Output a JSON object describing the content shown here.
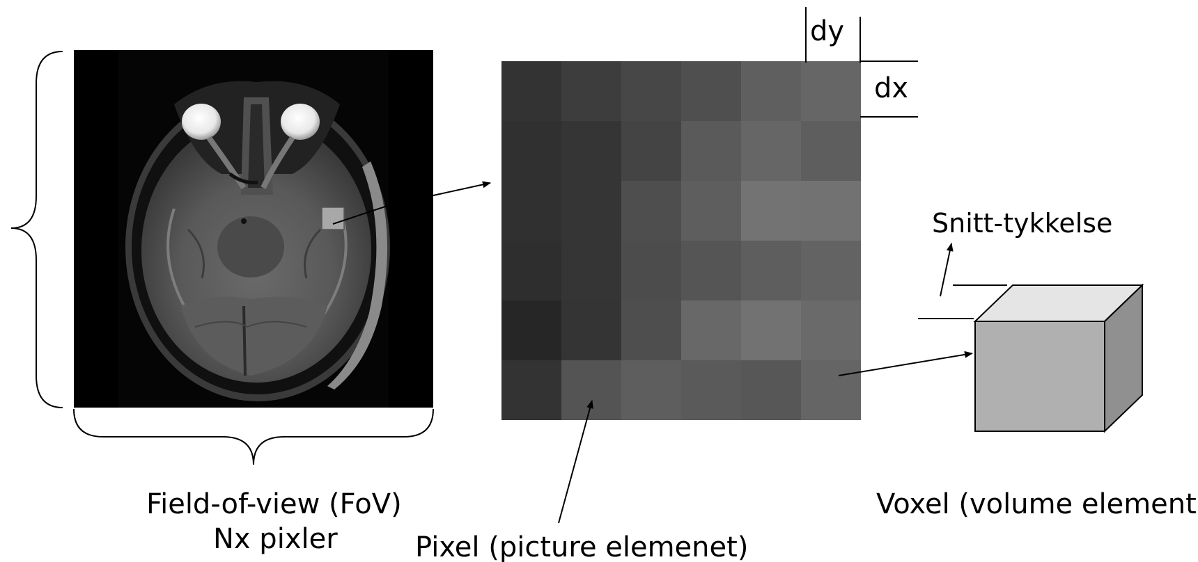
{
  "labels": {
    "fov_line1": "Field-of-view (FoV)",
    "fov_line2": "Nx pixler",
    "pixel": "Pixel (picture elemenet)",
    "voxel": "Voxel (volume element)",
    "slice_thickness": "Snitt-tykkelse",
    "dy": "dy",
    "dx": "dx"
  },
  "pixel_grid": {
    "rows": 6,
    "cols": 6,
    "gray_levels": [
      [
        "#333333",
        "#3d3d3d",
        "#474747",
        "#4f4f4f",
        "#5f5f5f",
        "#666666"
      ],
      [
        "#303030",
        "#353535",
        "#444444",
        "#5a5a5a",
        "#666666",
        "#5e5e5e"
      ],
      [
        "#303030",
        "#353535",
        "#4e4e4e",
        "#5e5e5e",
        "#737373",
        "#727272"
      ],
      [
        "#2e2e2e",
        "#353535",
        "#4c4c4c",
        "#555555",
        "#5e5e5e",
        "#636363"
      ],
      [
        "#262626",
        "#343434",
        "#4e4e4e",
        "#686868",
        "#727272",
        "#6a6a6a"
      ],
      [
        "#333333",
        "#545454",
        "#5e5e5e",
        "#5a5a5a",
        "#575757",
        "#656565"
      ]
    ]
  },
  "voxel_colors": {
    "front": "#b0b0b0",
    "top": "#e5e5e5",
    "side": "#909090"
  },
  "mri": {
    "background": "#000000",
    "highlight_box": "#a8a8a8"
  }
}
